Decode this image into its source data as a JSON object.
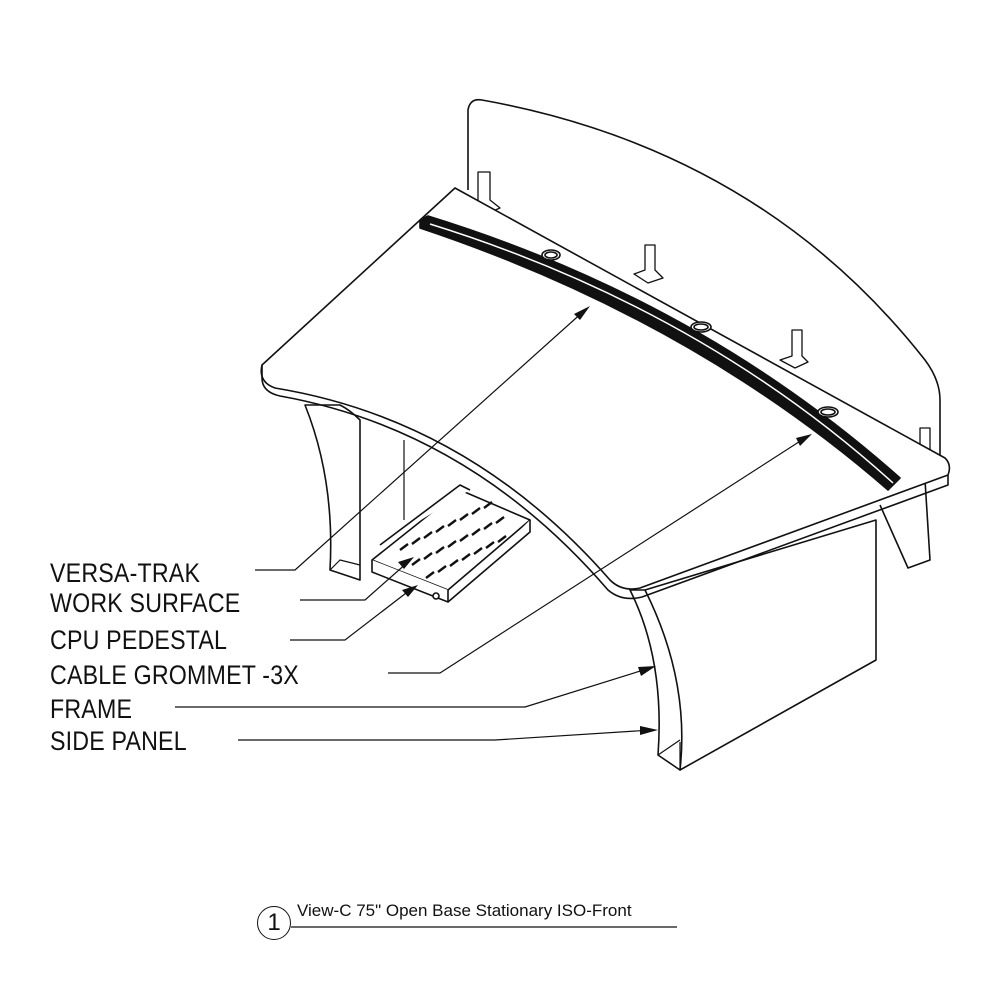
{
  "labels": {
    "versa_trak": "VERSA-TRAK",
    "work_surface": "WORK SURFACE",
    "cpu_pedestal": "CPU PEDESTAL",
    "cable_grommet": "CABLE GROMMET -3X",
    "frame": "FRAME",
    "side_panel": "SIDE PANEL"
  },
  "caption": {
    "number": "1",
    "title": "View-C 75\" Open Base Stationary ISO-Front"
  }
}
